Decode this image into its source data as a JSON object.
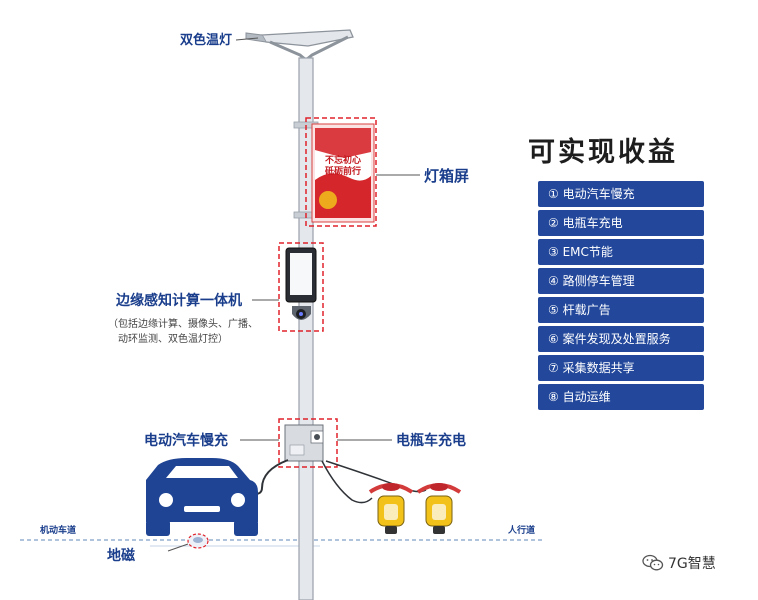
{
  "labels": {
    "dual_color_light": "双色温灯",
    "light_box_screen": "灯箱屏",
    "edge_unit": "边缘感知计算一体机",
    "edge_unit_note_1": "（包括边缘计算、摄像头、广播、",
    "edge_unit_note_2": "动环监测、双色温灯控）",
    "ev_charging": "电动汽车慢充",
    "ebike_charging": "电瓶车充电",
    "motor_lane": "机动车道",
    "sidewalk": "人行道",
    "geomagnetic": "地磁"
  },
  "banner": {
    "line1": "不忘初心",
    "line2": "砥砺前行"
  },
  "revenue": {
    "title": "可实现收益",
    "items": [
      "① 电动汽车慢充",
      "② 电瓶车充电",
      "③ EMC节能",
      "④ 路侧停车管理",
      "⑤ 杆载广告",
      "⑥ 案件发现及处置服务",
      "⑦ 采集数据共享",
      "⑧ 自动运维"
    ]
  },
  "watermark": {
    "text": "7G智慧",
    "icon": "wechat-icon"
  },
  "colors": {
    "label_blue": "#1a3e8c",
    "list_blue": "#22479b",
    "callout_red": "#e0222b",
    "car_blue": "#1f4494",
    "pole_gray": "#d9dde2"
  }
}
